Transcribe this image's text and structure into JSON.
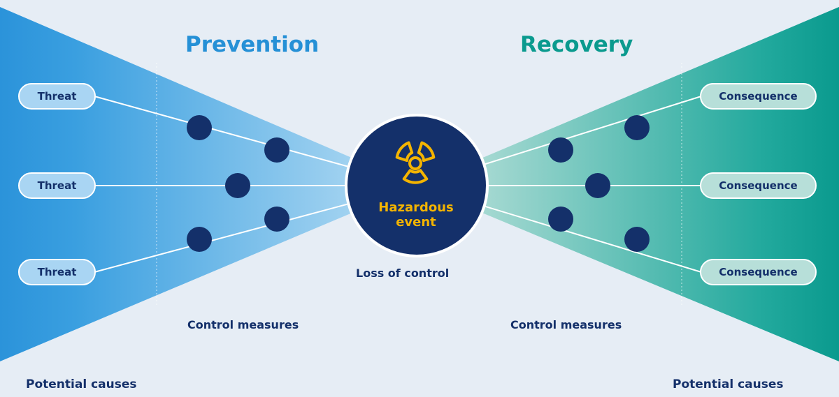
{
  "colors": {
    "prevention": "#2590d6",
    "recovery": "#0a9a8e",
    "node": "#14306a",
    "hazard_icon": "#f4b400"
  },
  "prevention": {
    "title": "Prevention",
    "threats": [
      "Threat",
      "Threat",
      "Threat"
    ],
    "control_label": "Control measures",
    "causes_label": "Potential causes"
  },
  "recovery": {
    "title": "Recovery",
    "consequences": [
      "Consequence",
      "Consequence",
      "Consequence"
    ],
    "control_label": "Control measures",
    "causes_label": "Potential causes"
  },
  "center": {
    "title": "Hazardous event",
    "subtitle": "Loss of control",
    "icon": "radiation-icon"
  }
}
